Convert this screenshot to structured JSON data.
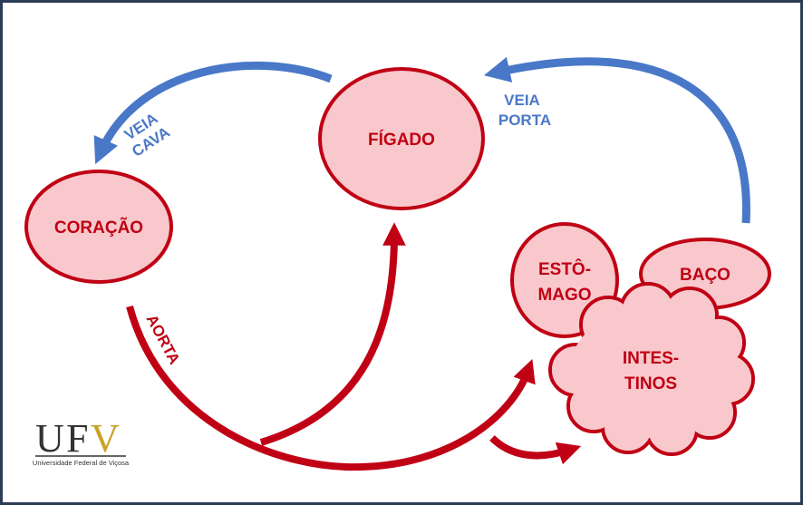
{
  "colors": {
    "organ_fill": "#f8c8cc",
    "organ_stroke": "#c00014",
    "organ_text": "#c00014",
    "artery": "#c00014",
    "vein": "#4a78c8",
    "vein_text": "#4a78c8",
    "border": "#2b3a55",
    "logo_dark": "#333333",
    "logo_gold": "#c9a227"
  },
  "organs": {
    "heart": "CORAÇÃO",
    "liver": "FÍGADO",
    "stomach_line1": "ESTÔ-",
    "stomach_line2": "MAGO",
    "spleen": "BAÇO",
    "intestines_line1": "INTES-",
    "intestines_line2": "TINOS"
  },
  "vessels": {
    "vena_cava_line1": "VEIA",
    "vena_cava_line2": "CAVA",
    "portal_vein_line1": "VEIA",
    "portal_vein_line2": "PORTA",
    "aorta": "AORTA"
  },
  "logo": {
    "letter_u": "U",
    "letter_f": "F",
    "letter_v": "V",
    "caption": "Universidade Federal de Viçosa"
  }
}
